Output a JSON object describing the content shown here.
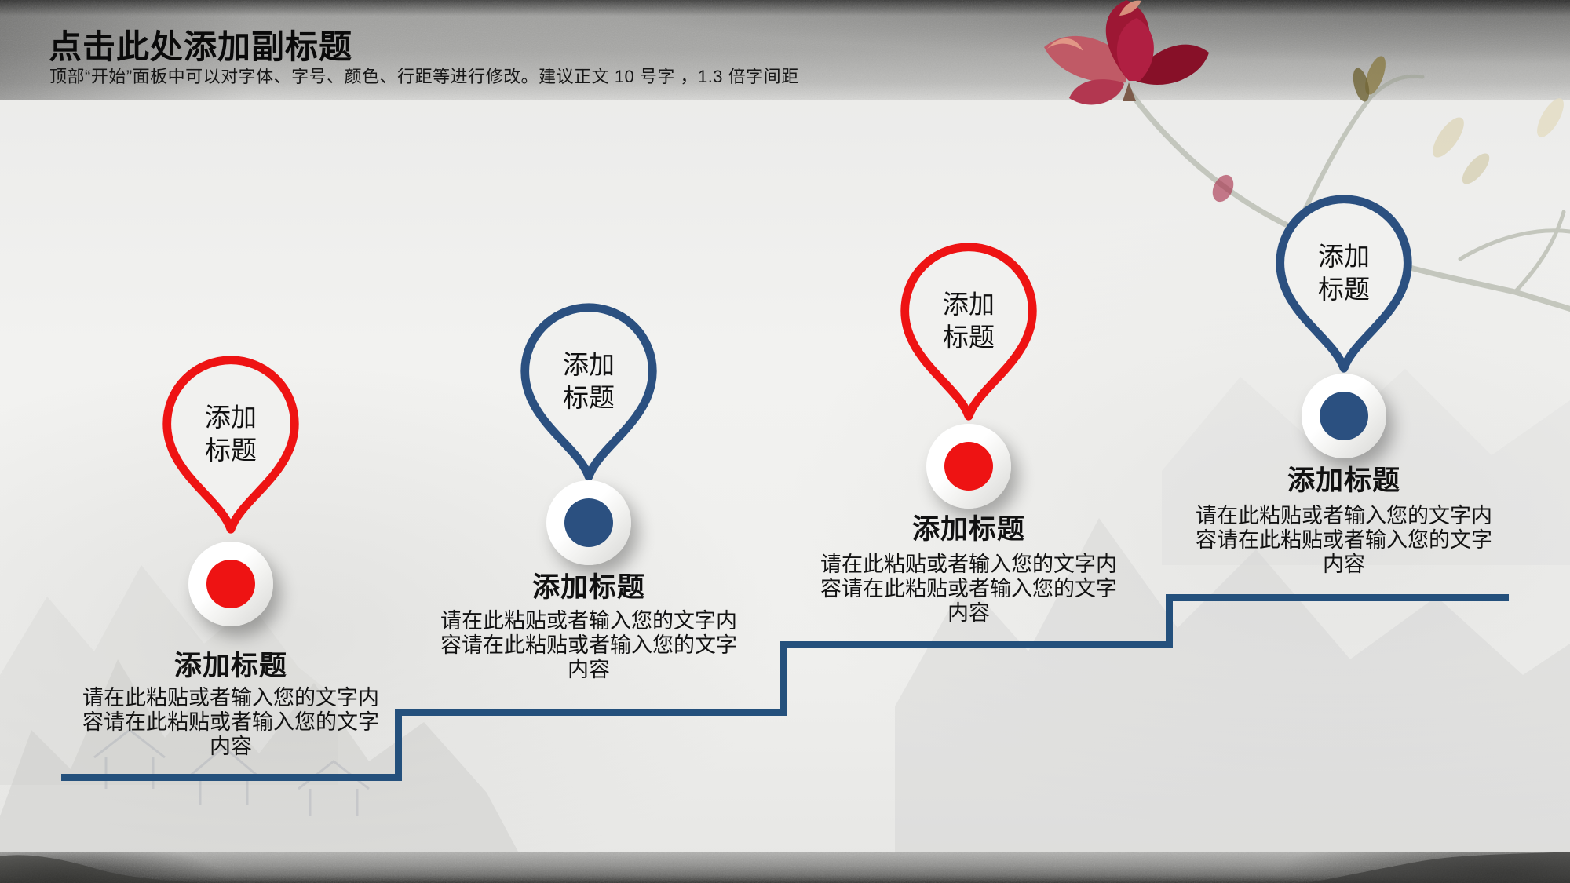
{
  "slide": {
    "title": "点击此处添加副标题",
    "subtitle": "顶部“开始”面板中可以对字体、字号、颜色、行距等进行修改。建议正文 10 号字 ，1.3 倍字间距"
  },
  "colors": {
    "red": "#ee1313",
    "navy": "#2b5080",
    "line": "#24507c",
    "pinfill": "#f1f1ef"
  },
  "items": [
    {
      "accent": "red",
      "balloon_line1": "添加",
      "balloon_line2": "标题",
      "title": "添加标题",
      "body": "请在此粘贴或者输入您的文字内容请在此粘贴或者输入您的文字内容"
    },
    {
      "accent": "navy",
      "balloon_line1": "添加",
      "balloon_line2": "标题",
      "title": "添加标题",
      "body": "请在此粘贴或者输入您的文字内容请在此粘贴或者输入您的文字内容"
    },
    {
      "accent": "red",
      "balloon_line1": "添加",
      "balloon_line2": "标题",
      "title": "添加标题",
      "body": "请在此粘贴或者输入您的文字内容请在此粘贴或者输入您的文字内容"
    },
    {
      "accent": "navy",
      "balloon_line1": "添加",
      "balloon_line2": "标题",
      "title": "添加标题",
      "body": "请在此粘贴或者输入您的文字内容请在此粘贴或者输入您的文字内容"
    }
  ],
  "decor": {
    "flower": "magnolia-flower",
    "background": "ink-wash-landscape"
  }
}
